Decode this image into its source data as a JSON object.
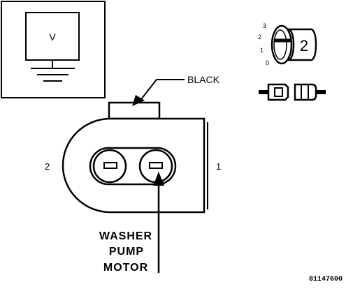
{
  "legend_box": {
    "symbol_text": "V",
    "icon": "voltmeter-ground-icon"
  },
  "connector": {
    "color_label": "BLACK",
    "pin_labels": {
      "left": "2",
      "right": "1"
    }
  },
  "component": {
    "name_lines": [
      "WASHER",
      "PUMP",
      "MOTOR"
    ]
  },
  "ignition_key": {
    "positions": [
      "3",
      "2",
      "1",
      "0"
    ],
    "selected_position": "2",
    "icon": "ignition-key-icon"
  },
  "connector_icon": {
    "icon": "disconnected-connector-icon"
  },
  "figure_id": "81147600"
}
